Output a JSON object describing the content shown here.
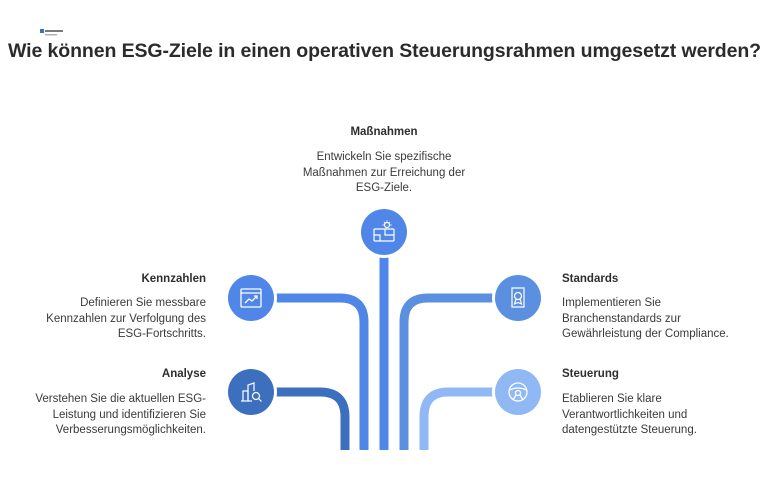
{
  "title": "Wie können ESG-Ziele in einen operativen Steuerungsrahmen umgesetzt werden?",
  "logo_icon": "brand-logo-icon",
  "colors": {
    "dark_blue": "#3d6fbf",
    "mid_blue": "#5b8fe0",
    "blue": "#4f86e8",
    "light_blue": "#8fb8f5"
  },
  "items": [
    {
      "label": "Maßnahmen",
      "desc_lines": [
        "Entwickeln Sie spezifische",
        "Maßnahmen zur Erreichung der",
        "ESG-Ziele."
      ],
      "icon": "plan-lightbulb-icon"
    },
    {
      "label": "Kennzahlen",
      "desc_lines": [
        "Definieren Sie messbare",
        "Kennzahlen zur Verfolgung des",
        "ESG-Fortschritts."
      ],
      "icon": "trend-chart-icon"
    },
    {
      "label": "Standards",
      "desc_lines": [
        "Implementieren Sie",
        "Branchenstandards zur",
        "Gewährleistung der Compliance."
      ],
      "icon": "certificate-icon"
    },
    {
      "label": "Analyse",
      "desc_lines": [
        "Verstehen Sie die aktuellen ESG-",
        "Leistung und identifizieren Sie",
        "Verbesserungsmöglichkeiten."
      ],
      "icon": "building-magnifier-icon"
    },
    {
      "label": "Steuerung",
      "desc_lines": [
        "Etablieren Sie klare",
        "Verantwortlichkeiten und",
        "datengestützte Steuerung."
      ],
      "icon": "steering-wheel-icon"
    }
  ]
}
